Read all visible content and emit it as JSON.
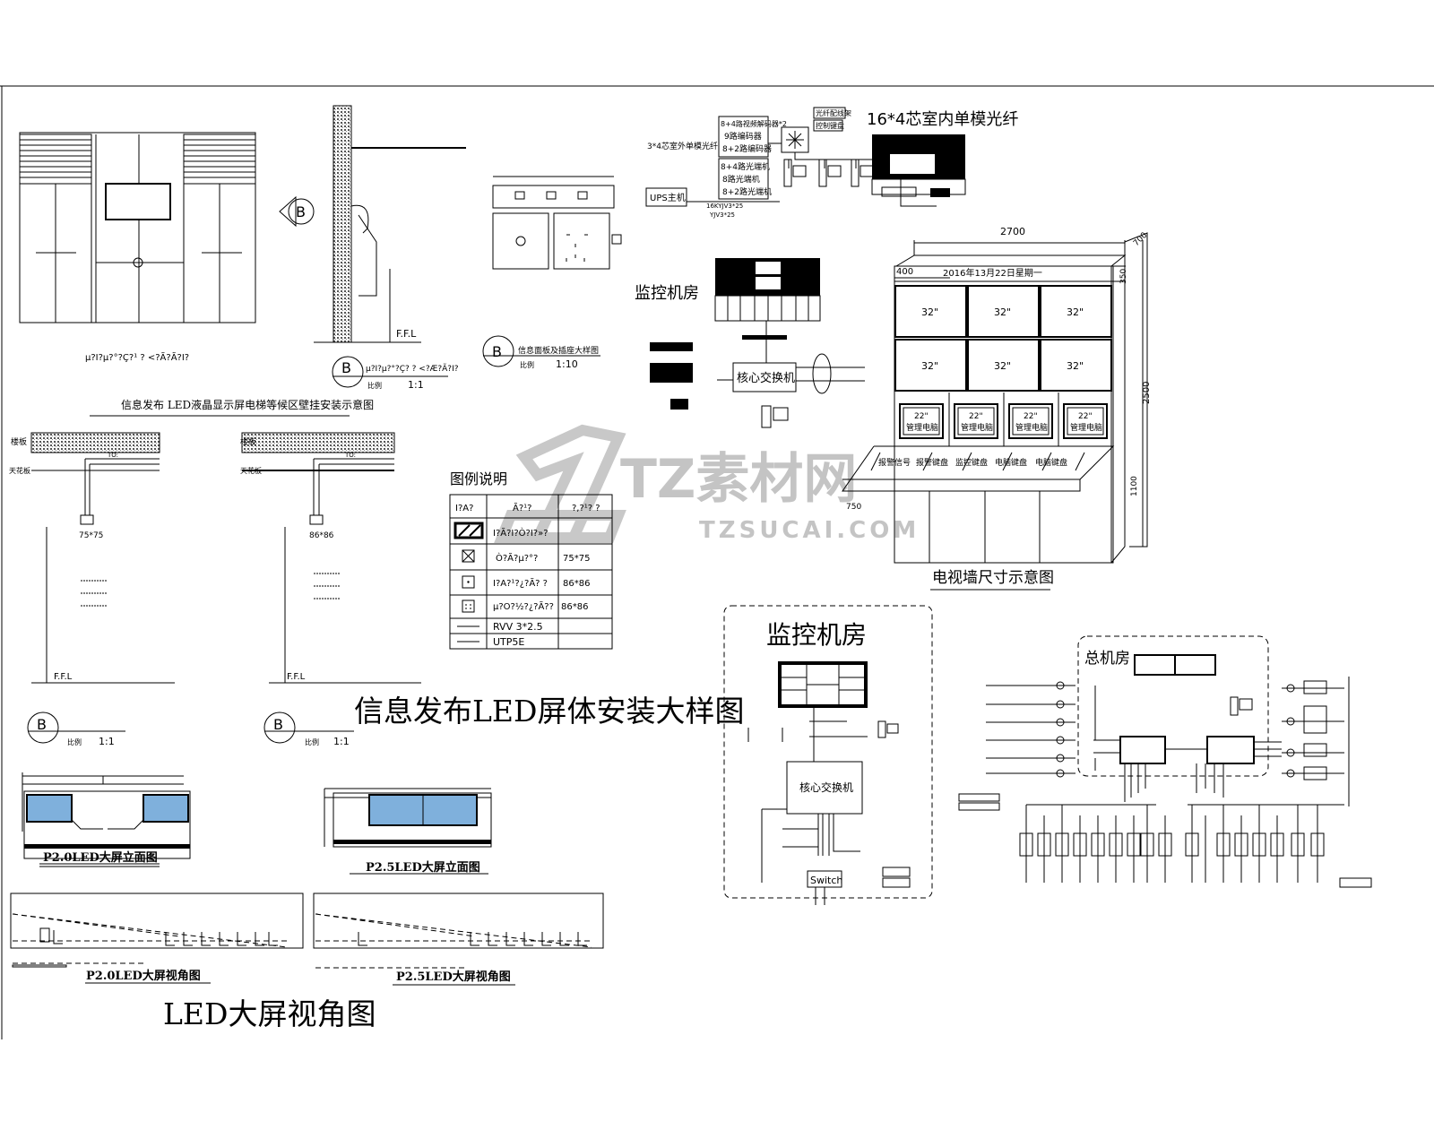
{
  "frame": {
    "border_color": "#000000"
  },
  "top_left": {
    "elevation_caption": "µ?I?µ?°?Ç?¹ ? <?Ã?Ã?I?",
    "section_caption": "µ?I?µ?°?Ç? ? <?Æ?Ã?I?",
    "scale_label": "比例",
    "scale_1": "1:1",
    "socket_caption": "信息面板及插座大样图",
    "scale_2": "1:10",
    "ffl": "F.F.L",
    "marker": "B",
    "title": "信息发布  LED液晶显示屏电梯等候区壁挂安装示意图"
  },
  "mid_left": {
    "ceiling_label_1": "楼板",
    "ceiling_label_2": "天花板",
    "to_label_1": "TO:",
    "to_label_2": "TO:",
    "box_1": "75*75",
    "box_2": "86*86",
    "ffl": "F.F.L",
    "marker": "B",
    "scale_label": "比例",
    "scale": "1:1",
    "big_title": "信息发布LED屏体安装大样图"
  },
  "legend": {
    "title": "图例说明",
    "headers": [
      "I?A?",
      "Ã?¹?",
      "?,?¹? ?"
    ],
    "rows": [
      {
        "name": "I?Ã?I?Ò?I?»?",
        "spec": ""
      },
      {
        "name": "Ò?Ã?µ?°?",
        "spec": "75*75"
      },
      {
        "name": "I?A?¹?¿?Ã? ?",
        "spec": "86*86"
      },
      {
        "name": "µ?O?½?¿?Ã??",
        "spec": "86*86"
      },
      {
        "name": "RVV 3*2.5",
        "spec": ""
      },
      {
        "name": "UTP5E",
        "spec": ""
      }
    ]
  },
  "elevations": {
    "p20_title": "P2.0LED大屏立面图",
    "p25_title": "P2.5LED大屏立面图",
    "p20_view": "P2.0LED大屏视角图",
    "p25_view": "P2.5LED大屏视角图",
    "view_title": "LED大屏视角图"
  },
  "network_top": {
    "fiber_title": "16*4芯室内单模光纤",
    "outdoor_fiber": "3*4芯室外单模光纤",
    "boxes": [
      "8+4路视频解码器*2",
      "9路编码器",
      "8+2路编码器",
      "8+4路光端机",
      "8路光端机",
      "8+2路光端机"
    ],
    "ups": "UPS主机",
    "ups_cable_1": "16KYJV3*25",
    "ups_cable_2": "YJV3*25",
    "rack": "光纤配线架",
    "control": "控制键盘"
  },
  "control_room_top": {
    "title": "监控机房",
    "core_switch": "核心交换机"
  },
  "tv_wall": {
    "width": "2700",
    "left_dim": "400",
    "top_dim": "350",
    "depth": "700",
    "height": "2500",
    "desk_height": "1100",
    "desk_depth": "750",
    "date_banner": "2016年13月22日星期一",
    "screens": [
      "32\"",
      "32\"",
      "32\"",
      "32\"",
      "32\"",
      "32\""
    ],
    "pc_size": "22\"",
    "pc_label": "管理电脑",
    "keyboards": [
      "报警信号",
      "报警键盘",
      "监控键盘",
      "电脑键盘",
      "电脑键盘"
    ],
    "caption": "电视墙尺寸示意图"
  },
  "control_room_bottom": {
    "title": "监控机房",
    "core_switch": "核心交换机",
    "switch": "Switch"
  },
  "main_room": {
    "title": "总机房"
  },
  "watermark": {
    "brand": "TZ素材网",
    "url": "TZSUCAI.COM"
  }
}
